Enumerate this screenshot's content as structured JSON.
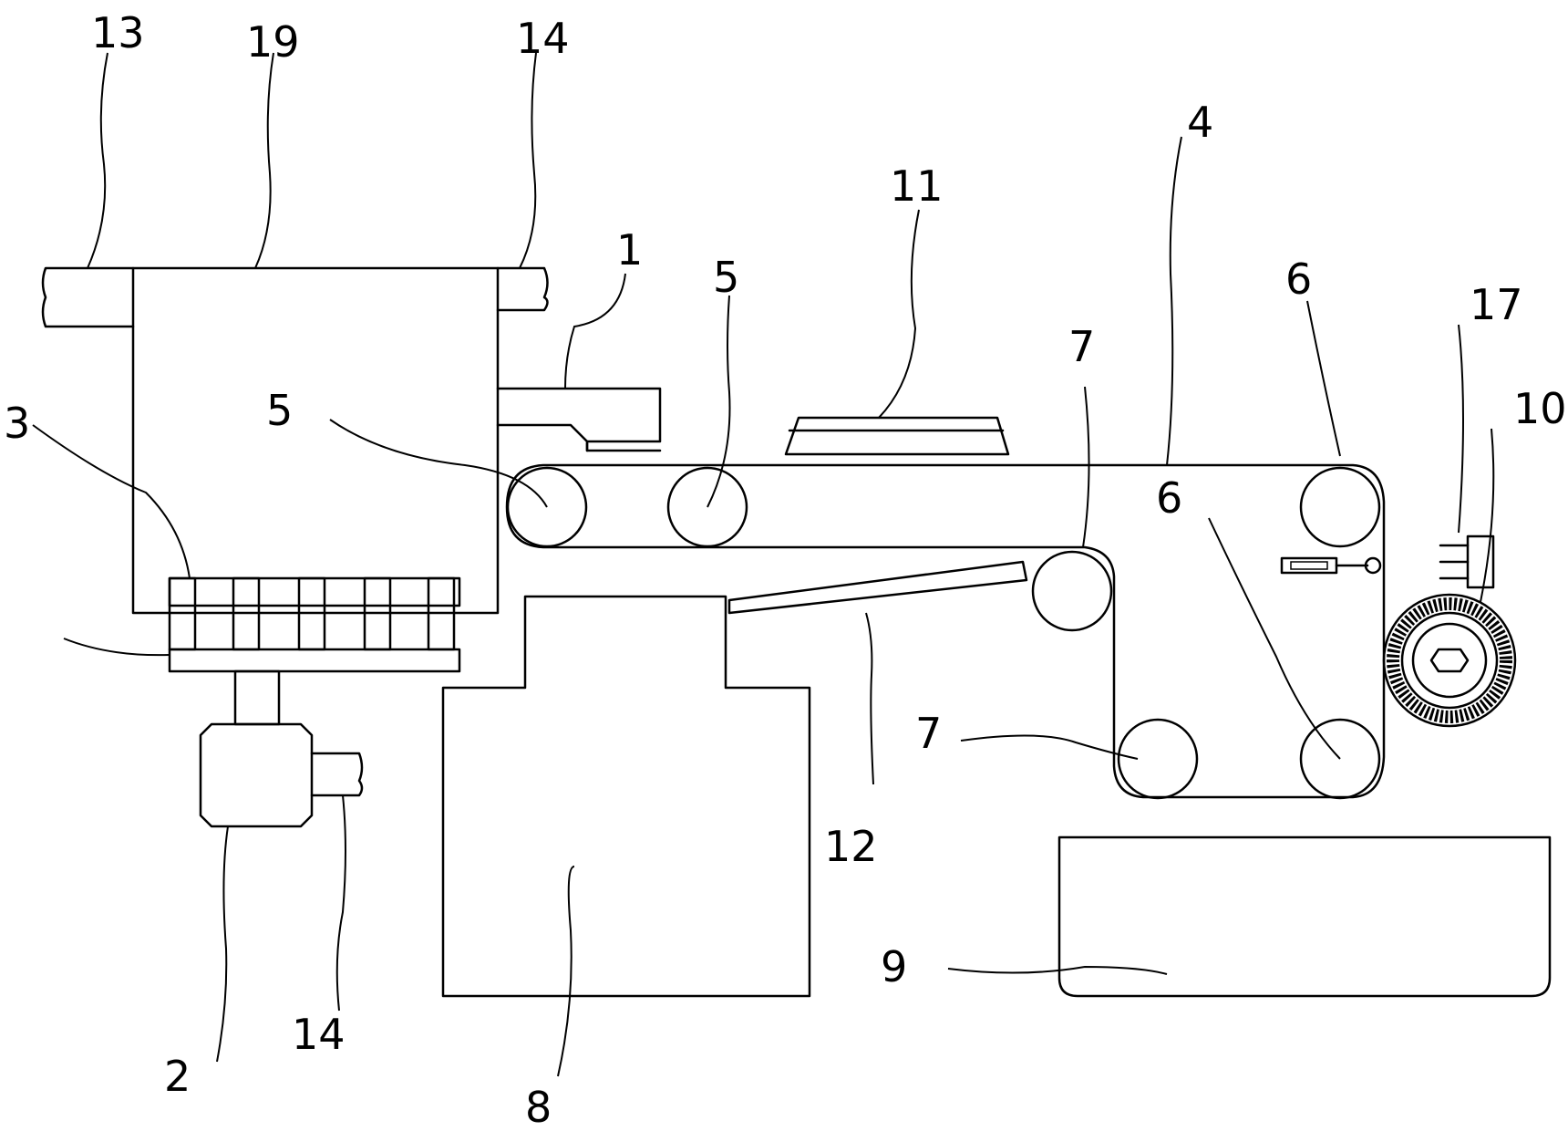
{
  "labels": {
    "conveyor_belt": "4",
    "upper_rollers_left": "5",
    "upper_rollers_right": "5",
    "right_rollers_top": "6",
    "right_rollers_bottom": "6",
    "lower_rollers_top": "7",
    "lower_rollers_bottom": "7",
    "feed_chute": "1",
    "hopper_bin": "19",
    "left_pipe": "13",
    "top_right_pipe": "14",
    "bottom_pipe": "14",
    "pump": "2",
    "comb_plate": "3",
    "cover_plate": "11",
    "scraper": "12",
    "brush_holder": "17",
    "brush_roller": "10",
    "collection_box": "8",
    "water_tank": "9"
  }
}
